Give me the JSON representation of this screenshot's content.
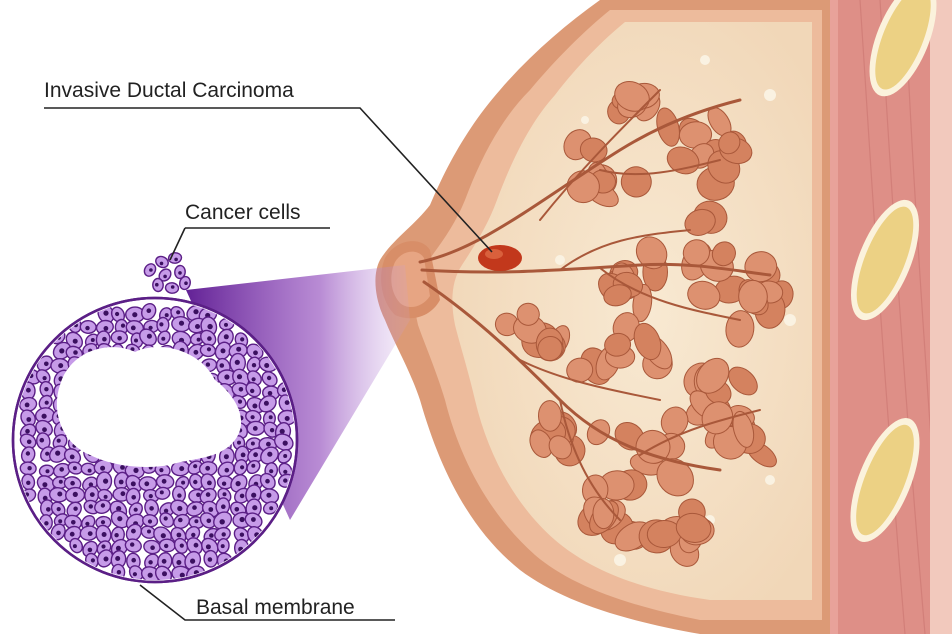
{
  "labels": {
    "invasive_ductal_carcinoma": "Invasive Ductal Carcinoma",
    "cancer_cells": "Cancer cells",
    "basal_membrane": "Basal membrane"
  },
  "colors": {
    "background": "#ffffff",
    "skin": "#dc9a76",
    "skin_light": "#edbb9c",
    "fat_tissue": "#f6e3c8",
    "lobule": "#d4825f",
    "lobule_dark": "#a9583a",
    "duct": "#b2603f",
    "tumor": "#c2381c",
    "chest_wall": "#e9a39a",
    "muscle": "#d98a86",
    "rib": "#efd68c",
    "cell_fill": "#c69be8",
    "cell_outline": "#5b1f86",
    "nucleus": "#3b1060",
    "zoom_beam": "#6a1b9a"
  }
}
